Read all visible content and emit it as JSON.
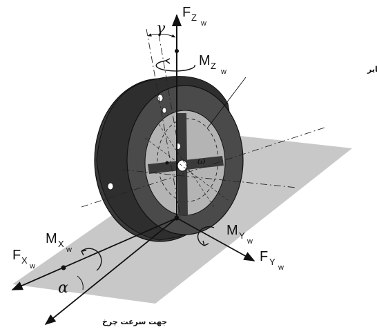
{
  "labels": {
    "fz_main": "F",
    "fz_sub": "Z",
    "fz_subsub": "w",
    "mz_main": "M",
    "mz_sub": "Z",
    "mz_subsub": "w",
    "mx_main": "M",
    "mx_sub": "X",
    "mx_subsub": "w",
    "my_main": "M",
    "my_sub": "Y",
    "my_subsub": "w",
    "fx_main": "F",
    "fx_sub": "X",
    "fx_subsub": "w",
    "fy_main": "F",
    "fy_sub": "Y",
    "fy_subsub": "w",
    "gamma": "γ",
    "alpha": "α",
    "omega": "ω"
  },
  "annotations": {
    "sidewall_position": "موقعیت دیواره کناری سمت چپ تایر",
    "wheel_velocity_direction": "جهت سرعت چرخ"
  },
  "colors": {
    "tire_dark": "#3c3c3c",
    "tire_darker": "#2a2a2a",
    "rim_light": "#b4b4b4",
    "ground_plane": "#c8c8c8",
    "line": "#111111"
  }
}
